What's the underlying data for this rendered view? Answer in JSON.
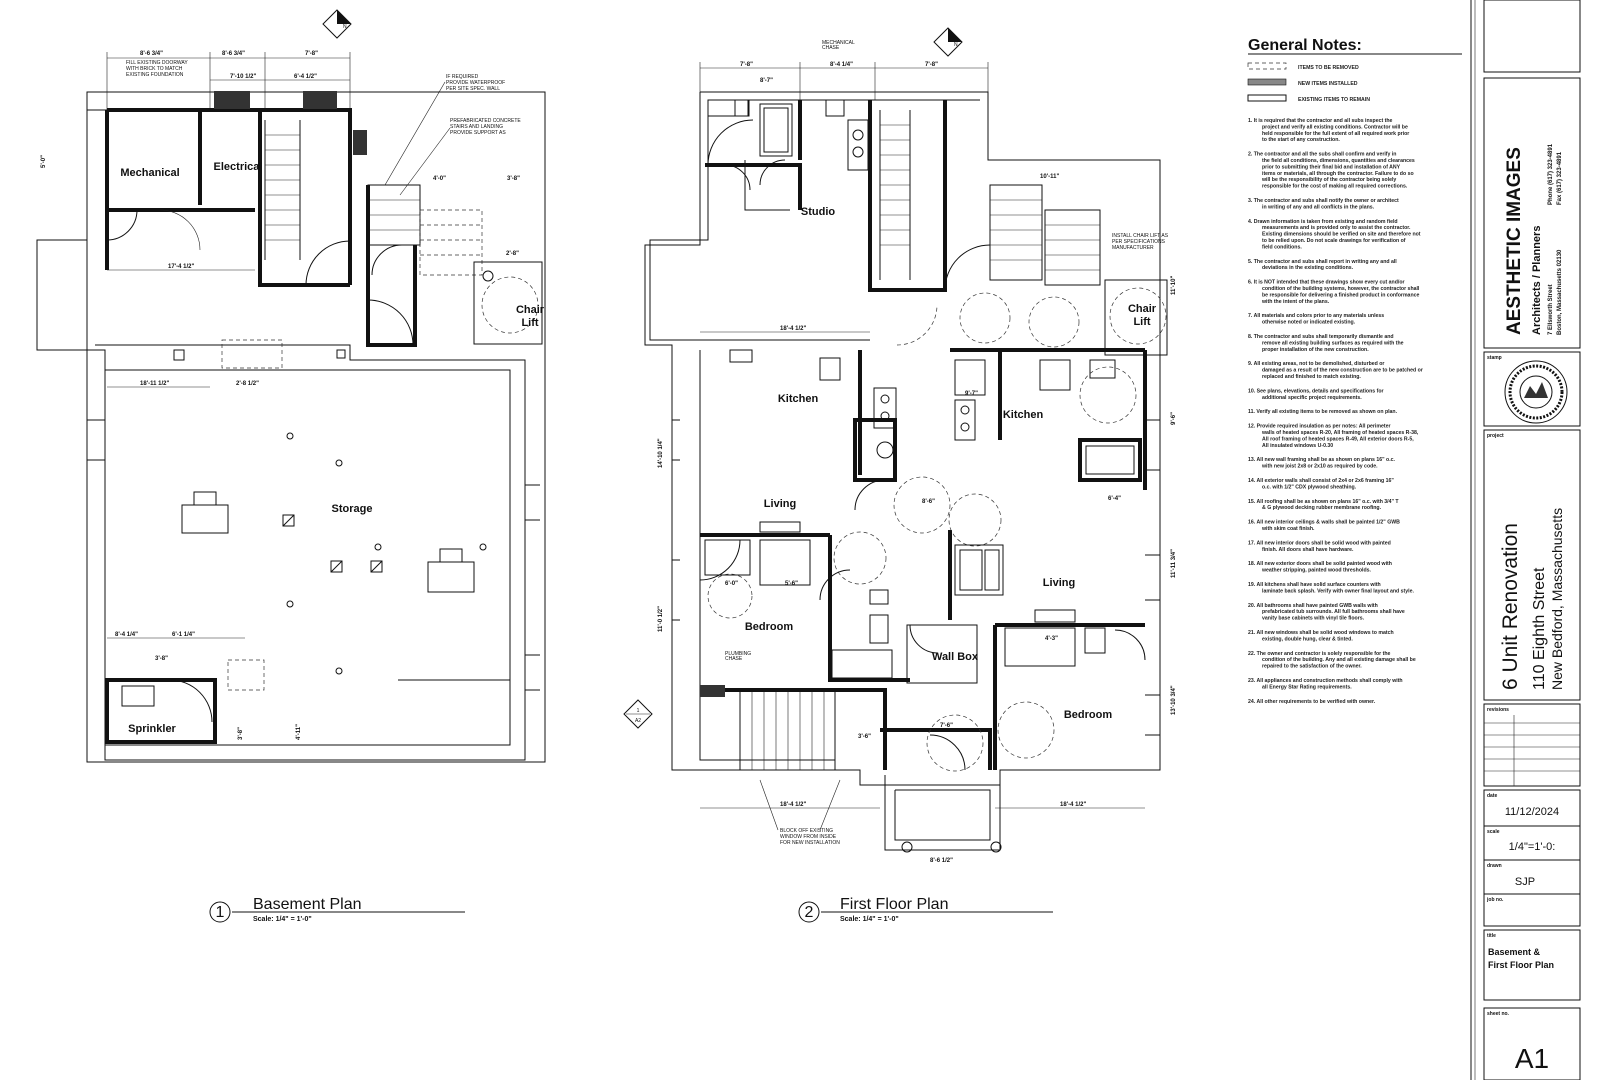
{
  "basement": {
    "rooms": {
      "mechanical": "Mechanical",
      "electrical": "Electrical",
      "storage": "Storage",
      "sprinkler": "Sprinkler",
      "chair_lift": "Chair\nLift"
    },
    "dims": [
      "8'-6 3/4\"",
      "8'-6 3/4\"",
      "7'-8\"",
      "7'-10 1/2\"",
      "6'-4 1/2\"",
      "4'-0\"",
      "3'-8\"",
      "17'-4 1/2\"",
      "18'-11 1/2\"",
      "2'-8 1/2\"",
      "8'-4 1/4\"",
      "6'-1 1/4\"",
      "3'-8\"",
      "2'-8\"",
      "5'-0\"",
      "3'-8\"",
      "4'-11\""
    ],
    "title": "Basement Plan",
    "number": "1",
    "scale": "Scale:  1/4\" = 1'-0\""
  },
  "first_floor": {
    "rooms": {
      "studio": "Studio",
      "kitchen_left": "Kitchen",
      "living_left": "Living",
      "bedroom_left": "Bedroom",
      "kitchen_right": "Kitchen",
      "living_right": "Living",
      "bedroom_right": "Bedroom",
      "wall_box": "Wall Box",
      "chair_lift": "Chair\nLift"
    },
    "dims": [
      "7'-8\"",
      "7'-8\"",
      "8'-4 1/4\"",
      "8'-7\"",
      "9'-7\"",
      "18'-4 1/2\"",
      "10'-11\"",
      "14'-10 1/4\"",
      "11'-0 1/2\"",
      "11'-11 3/4\"",
      "13'-10 3/4\"",
      "11'-10\"",
      "9'-6\"",
      "18'-4 1/2\"",
      "8'-6 1/2\"",
      "6'-0\"",
      "5'-6\"",
      "6'-4\"",
      "4'-3\"",
      "7'-6\"",
      "8'-6\"",
      "3'-6\""
    ],
    "title": "First Floor Plan",
    "number": "2",
    "scale": "Scale:  1/4\" = 1'-0\""
  },
  "notes": {
    "heading": "General Notes:",
    "legend": [
      "ITEMS TO BE REMOVED",
      "NEW ITEMS INSTALLED",
      "EXISTING ITEMS TO REMAIN"
    ],
    "items": [
      "1.  It is required that the contractor and all subs inspect the project and verify all existing conditions. Contractor will be held responsible for the full extent of all required work prior to the start of any construction.",
      "2.  The contractor and all the subs shall confirm and verify in the field all conditions, dimensions, quantities and clearances prior to submitting their final bid and installation of ANY items or materials, all through the contractor. Failure to do so will be the responsibility of the contractor being solely responsible for the cost of making all required corrections.",
      "3.  The contractor and subs shall notify the owner or architect in writing of any and all conflicts in the plans.",
      "4.  Drawn information is taken from existing and random field measurements and is provided only to assist the contractor. Existing dimensions should be verified on site and therefore not to be relied upon. Do not scale drawings for verification of field conditions.",
      "5.  The contractor and subs shall report in writing any and all deviations in the existing conditions.",
      "6.  It is NOT intended that these drawings show every cut and/or condition of the building systems, however, the contractor shall be responsible for delivering a finished product in conformance with the intent of the plans.",
      "7.  All materials and colors prior to any materials unless otherwise noted or indicated existing.",
      "8.  The contractor and subs shall temporarily dismantle and remove all existing building surfaces as required with the proper installation of the new construction.",
      "9.  All existing areas, not to be demolished, disturbed or damaged as a result of the new construction are to be patched or replaced and finished to match existing.",
      "10.  See plans, elevations, details and specifications for additional specific project requirements.",
      "11.  Verify all existing items to be removed as shown on plan.",
      "12.  Provide required insulation as per notes: All perimeter walls of heated spaces R-20, All framing of heated spaces R-38, All roof framing of heated spaces R-49, All exterior doors R-5, All insulated windows U-0.30",
      "13.  All new wall framing shall be as shown on plans 16\" o.c. with new joist 2x8 or 2x10 as required by code.",
      "14.  All exterior walls shall consist of 2x4 or 2x6 framing 16\" o.c. with 1/2\" CDX plywood sheathing.",
      "15.  All roofing shall be as shown on plans 16\" o.c. with 3/4\" T & G plywood decking rubber membrane roofing.",
      "16.  All new interior ceilings & walls shall be painted 1/2\" GWB with skim coat finish.",
      "17.  All new interior doors shall be solid wood with painted finish. All doors shall have hardware.",
      "18.  All new exterior doors shall be solid painted wood with weather stripping, painted wood thresholds.",
      "19.  All kitchens shall have solid surface counters with laminate back splash. Verify with owner final layout and style.",
      "20.  All bathrooms shall have painted GWB walls with prefabricated tub surrounds. All full bathrooms shall have vanity base cabinets with vinyl tile floors.",
      "21.  All new windows shall be solid wood windows to match existing, double hung, clear & tinted.",
      "22.  The owner and contractor is solely responsible for the condition of the building. Any and all existing damage shall be repaired to the satisfaction of the owner.",
      "23.  All appliances and construction methods shall comply with all Energy Star Rating requirements.",
      "24.  All other requirements to be verified with owner."
    ]
  },
  "title_block": {
    "firm_name": "AESTHETIC  IMAGES",
    "firm_tagline": "Architects / Planners",
    "firm_address_1": "7 Ellsworth Street",
    "firm_address_2": "Boston, Massachusetts 02130",
    "firm_phone": "Phone (617) 323-4891",
    "firm_fax": "Fax (617) 323-4891",
    "stamp_label": "stamp",
    "project_label": "project",
    "project_name": "6 Unit Renovation",
    "project_street": "110 Eighth Street",
    "project_city": "New Bedford, Massachusetts",
    "revisions_label": "revisions",
    "date_label": "date",
    "date_value": "11/12/2024",
    "scale_label": "scale",
    "scale_value": "1/4\"=1'-0:",
    "drawn_label": "drawn",
    "drawn_value": "SJP",
    "job_label": "job no.",
    "title_label": "title",
    "title_value_1": "Basement &",
    "title_value_2": "First Floor Plan",
    "sheet_label": "sheet no.",
    "sheet_value": "A1",
    "north_arrow": "N"
  },
  "elevation_marker": {
    "top": "1",
    "bottom": "A2"
  }
}
